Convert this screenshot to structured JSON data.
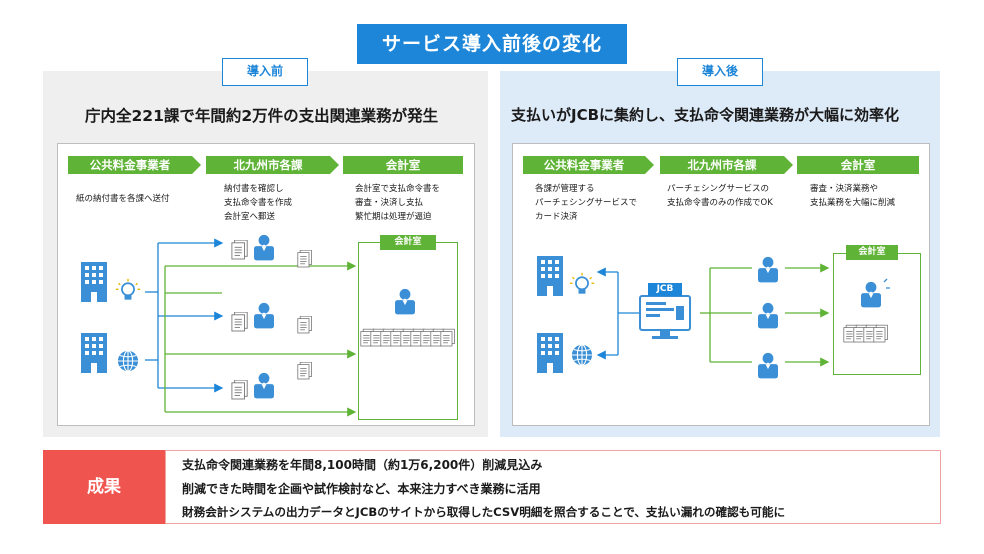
{
  "title": "サービス導入前後の変化",
  "before": {
    "tag": "導入前",
    "heading": "庁内全221課で年間約2万件の支出関連業務が発生",
    "steps": [
      "公共料金事業者",
      "北九州市各課",
      "会計室"
    ],
    "desc1": "紙の納付書を各課へ送付",
    "desc2": [
      "納付書を確認し",
      "支払命令書を作成",
      "会計室へ郵送"
    ],
    "desc3": [
      "会計室で支払命令書を",
      "審査・決済し支払",
      "繁忙期は処理が逼迫"
    ],
    "acct_label": "会計室"
  },
  "after": {
    "tag": "導入後",
    "heading": "支払いがJCBに集約し、支払命令関連業務が大幅に効率化",
    "steps": [
      "公共料金事業者",
      "北九州市各課",
      "会計室"
    ],
    "desc1": [
      "各課が管理する",
      "パーチェシングサービスで",
      "カード決済"
    ],
    "desc2": [
      "パーチェシングサービスの",
      "支払命令書のみの作成でOK"
    ],
    "desc3": [
      "審査・決済業務や",
      "支払業務を大幅に削減"
    ],
    "jcb_label": "JCB",
    "acct_label": "会計室"
  },
  "result": {
    "label": "成果",
    "lines": [
      "支払命令関連業務を年間8,100時間（約1万6,200件）削減見込み",
      "削減できた時間を企画や試作検討など、本来注力すべき業務に活用",
      "財務会計システムの出力データとJCBのサイトから取得したCSV明細を照合することで、支払い漏れの確認も可能に"
    ]
  },
  "colors": {
    "blue": "#1d86d8",
    "green": "#5fb336",
    "red": "#f0544f",
    "icon_blue": "#3a8fd6"
  }
}
